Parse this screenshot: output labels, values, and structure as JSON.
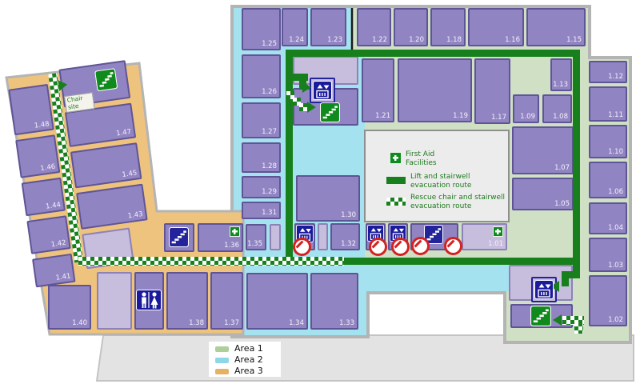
{
  "rooms": {
    "r101": "1.01",
    "r102": "1.02",
    "r103": "1.03",
    "r104": "1.04",
    "r105": "1.05",
    "r106": "1.06",
    "r107": "1.07",
    "r108": "1.08",
    "r109": "1.09",
    "r110": "1.10",
    "r111": "1.11",
    "r112": "1.12",
    "r113": "1.13",
    "r115": "1.15",
    "r116": "1.16",
    "r117": "1.17",
    "r118": "1.18",
    "r119": "1.19",
    "r120": "1.20",
    "r121": "1.21",
    "r122": "1.22",
    "r123": "1.23",
    "r124": "1.24",
    "r125": "1.25",
    "r126": "1.26",
    "r127": "1.27",
    "r128": "1.28",
    "r129": "1.29",
    "r130": "1.30",
    "r131": "1.31",
    "r132": "1.32",
    "r133": "1.33",
    "r134": "1.34",
    "r135": "1.35",
    "r136": "1.36",
    "r137": "1.37",
    "r138": "1.38",
    "r140": "1.40",
    "r141": "1.41",
    "r142": "1.42",
    "r143": "1.43",
    "r144": "1.44",
    "r145": "1.45",
    "r146": "1.46",
    "r147": "1.47",
    "r148": "1.48"
  },
  "map_legend": {
    "first_aid": "First Aid Facilities",
    "lift_route": "Lift and stairwell evacuation route",
    "chair_route": "Rescue chair and stairwell evacuation route"
  },
  "annotations": {
    "chair_site": "Chair site"
  },
  "area_legend": {
    "area1": "Area 1",
    "area2": "Area 2",
    "area3": "Area 3"
  },
  "colors": {
    "area1": "#cfe0c4",
    "area2": "#a5e2ef",
    "area3": "#eec37d",
    "room": "#9184c2",
    "room_light": "#c7bddd",
    "route_green": "#17801c",
    "icon_blue": "#1a1a9c",
    "icon_green": "#108a1c",
    "no_entry_red": "#d42222"
  },
  "icons": [
    "lift-icon",
    "stairs-icon",
    "toilets-icon",
    "no-entry-icon",
    "first-aid-icon",
    "route-arrow-icon"
  ]
}
